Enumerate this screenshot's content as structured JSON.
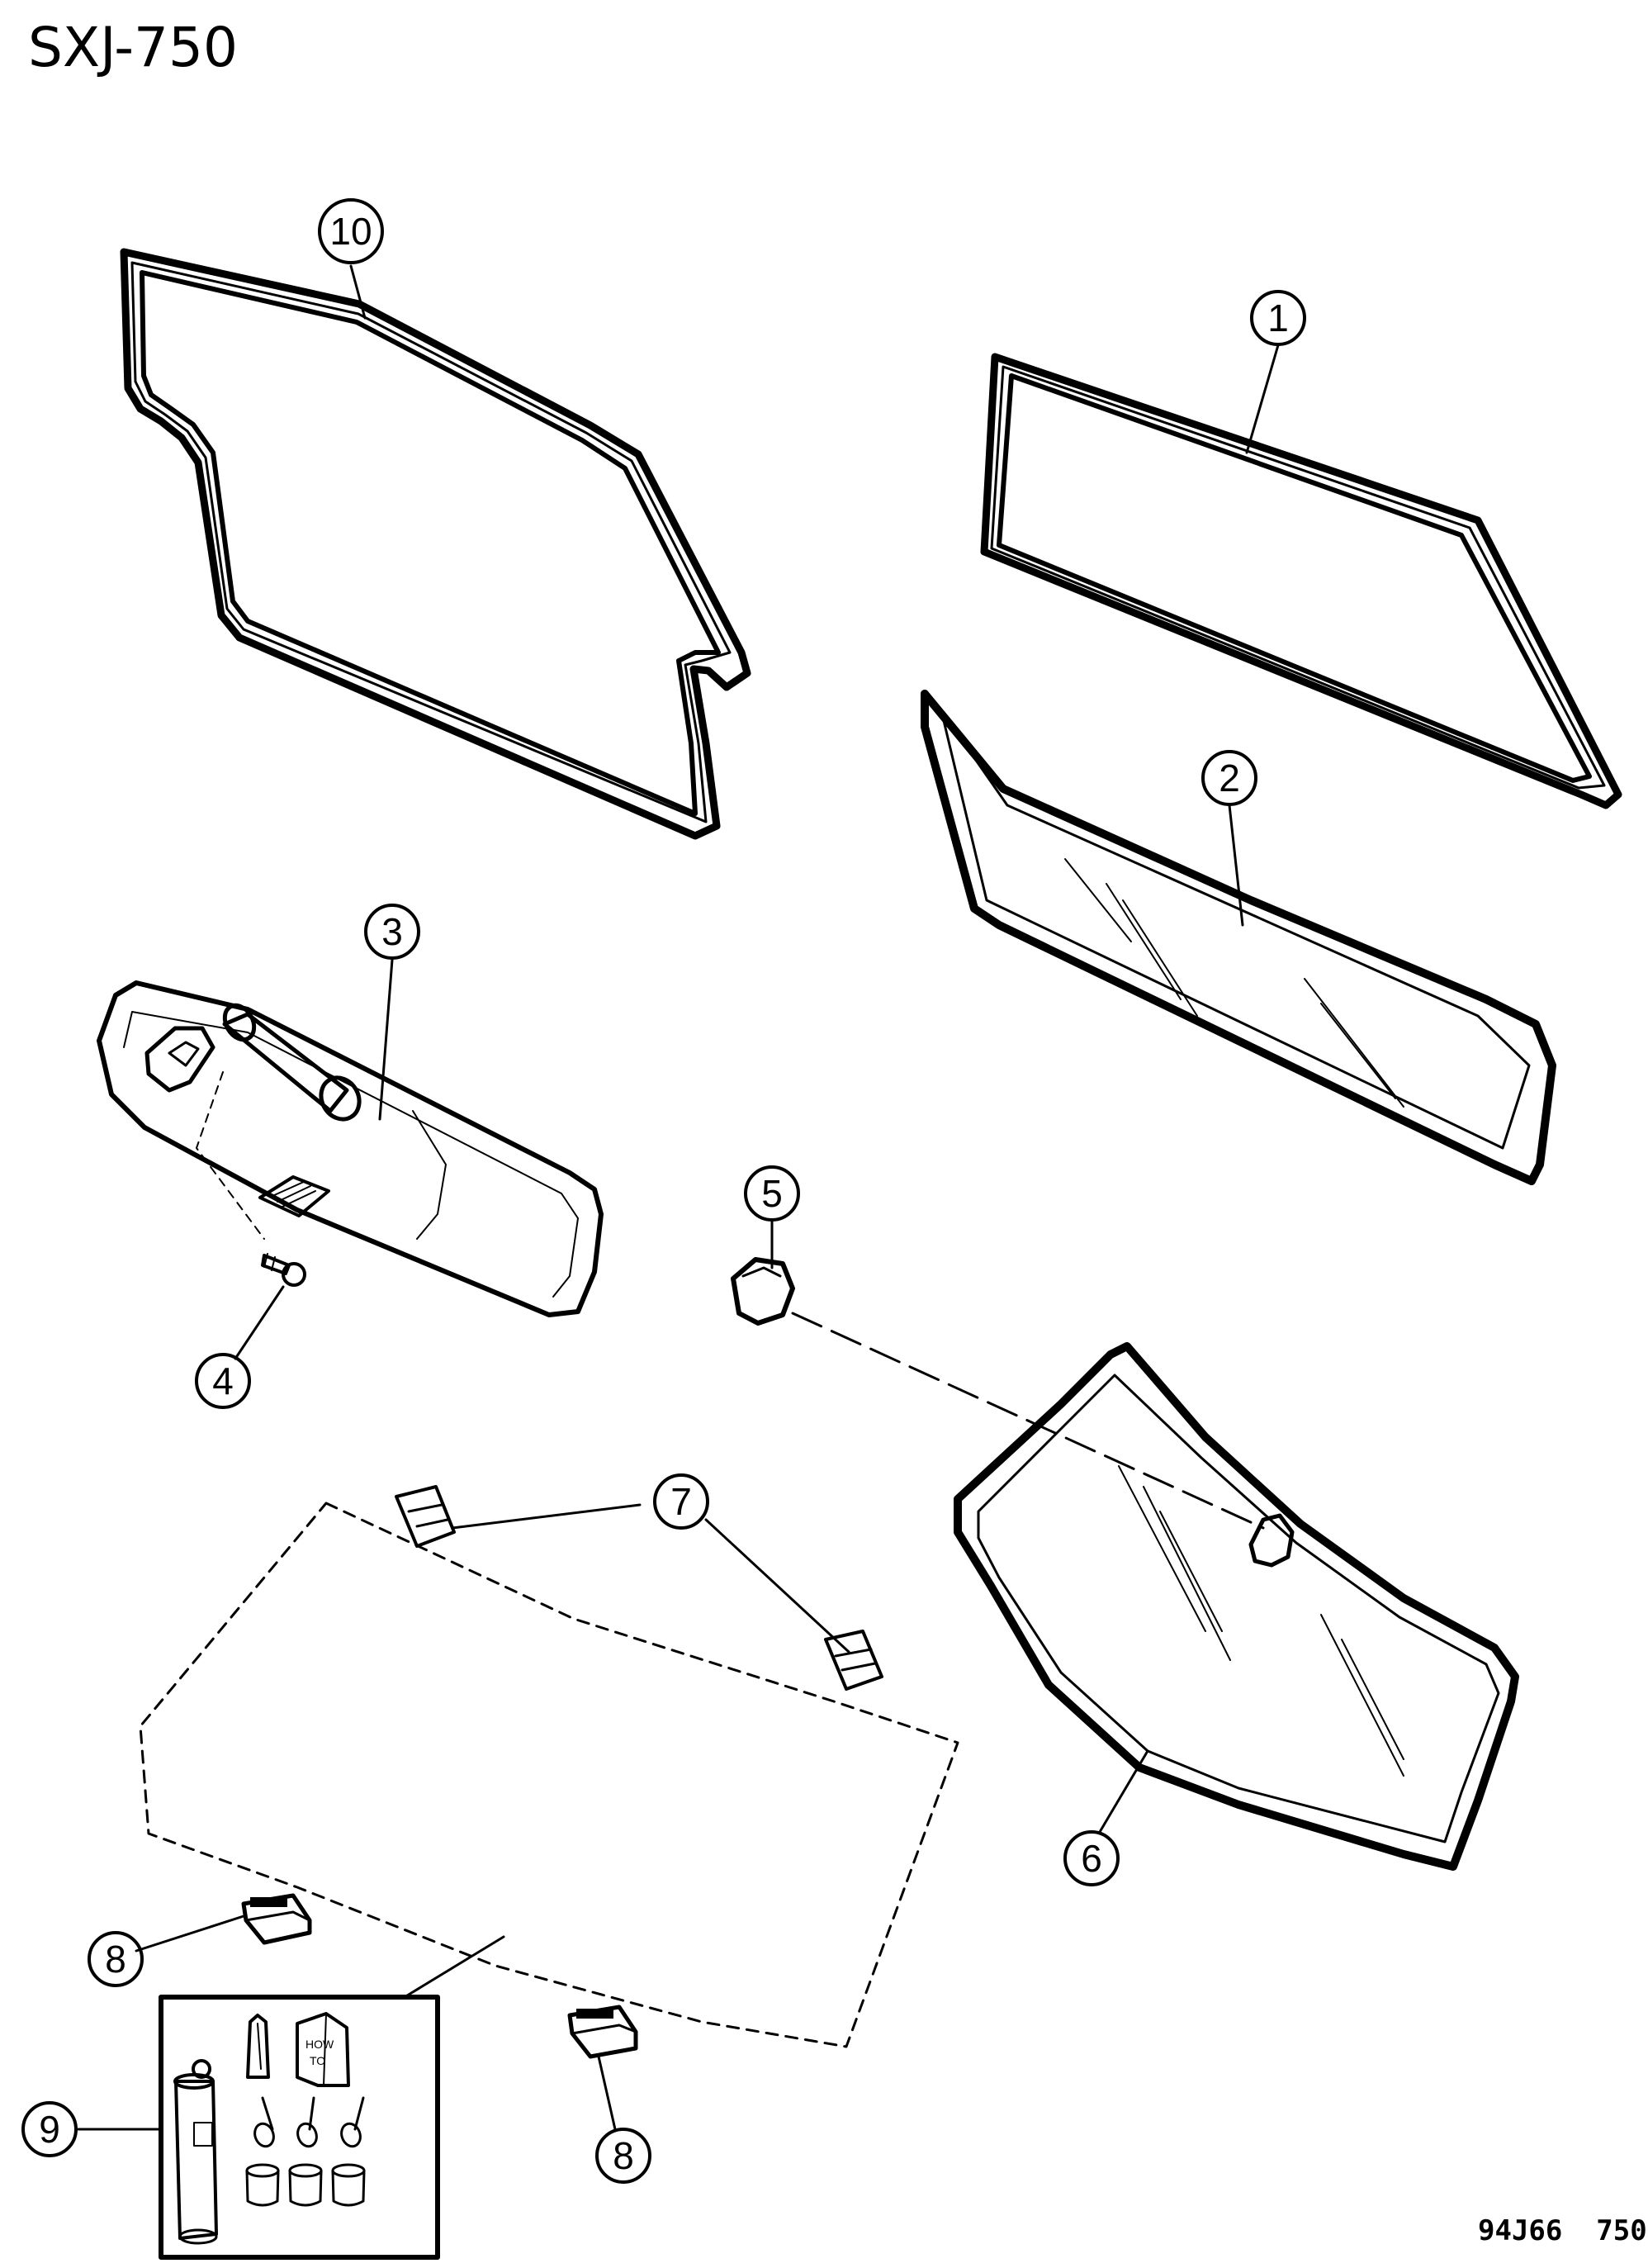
{
  "diagram_id": "SXJ-750",
  "reference_code": "94J66  750",
  "callouts": [
    "1",
    "2",
    "3",
    "4",
    "5",
    "6",
    "7",
    "8",
    "8",
    "9",
    "10"
  ],
  "kit_booklet_text": [
    "HOW",
    "TO"
  ]
}
